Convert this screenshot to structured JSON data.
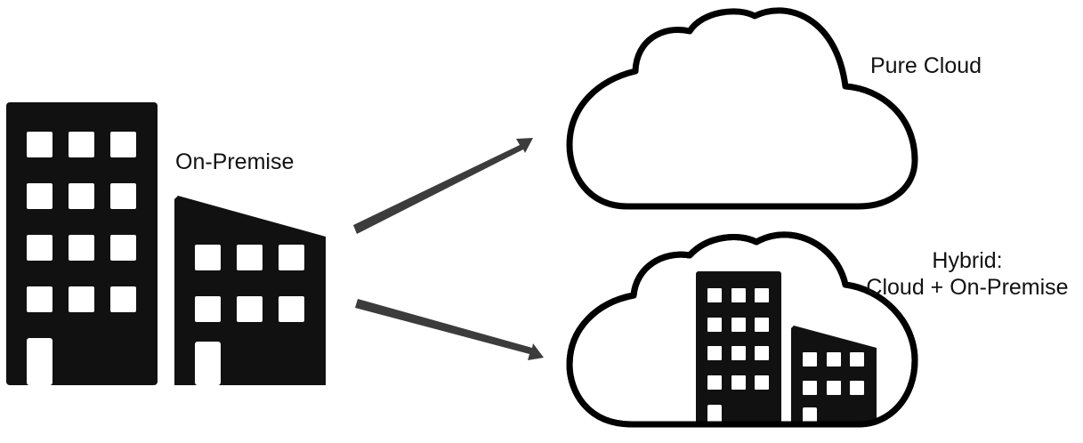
{
  "colors": {
    "building": "#111111",
    "window": "#ffffff",
    "cloud_outline": "#000000",
    "arrow": "#3c3c3c",
    "text": "#111111"
  },
  "icons": [
    "office-buildings-icon",
    "cloud-icon",
    "cloud-with-buildings-icon",
    "arrow-right-icon"
  ],
  "labels": {
    "on_premise": "On-Premise",
    "pure_cloud": "Pure Cloud",
    "hybrid_title": "Hybrid:",
    "hybrid_sub": "Cloud + On-Premise"
  }
}
